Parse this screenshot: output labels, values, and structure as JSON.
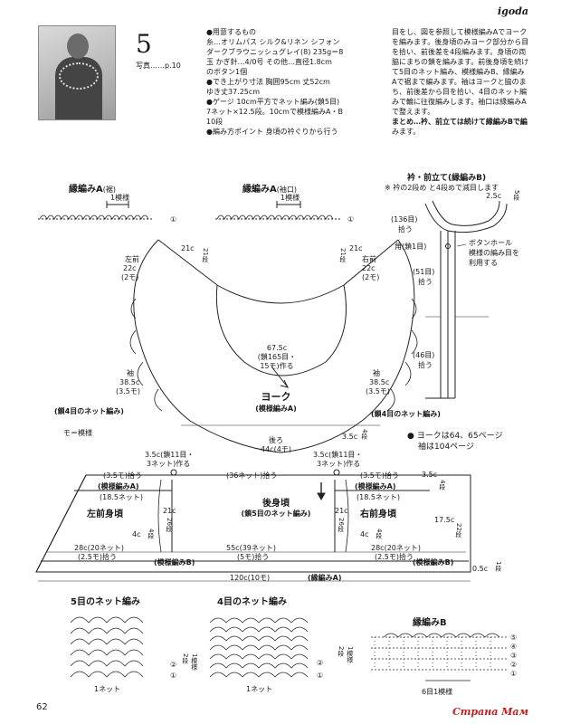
{
  "header": {
    "brand": "igoda",
    "pattern_number": "5",
    "photo_ref": "写真……p.10",
    "page_number": "62",
    "watermark": "Страна Мам"
  },
  "materials": {
    "lines": [
      "●用意するもの",
      "糸…オリムパス シルク&リネン シフォン",
      "ダークブラウニッシュグレイ(8) 235g＝8",
      "玉 かぎ針…4/0号 その他…直径1.8cm",
      "のボタン1個",
      "●でき上がり寸法 胸囲95cm 丈52cm",
      "ゆき丈37.25cm",
      "●ゲージ 10cm平方でネット編み(鎖5目)",
      "7ネット×12.5段。10cmで模様編みA・B",
      "10段",
      "●編み方ポイント 身頃の衿ぐりから行う"
    ]
  },
  "instructions": {
    "lines": [
      "目をし、図を参照して模様編みAでヨーク",
      "を編みます。後身頃のみヨーク部分から目",
      "を拾い、前後差を4段編みます。身頃の両",
      "脇にまちの鎖を編みます。前後身頃を続け",
      "て5目のネット編み、模様編みB、縁編み",
      "Aで裾まで編みます。袖はヨークと脇のま",
      "ち、前後差から目を拾い、4目のネット編",
      "みで輪に往復編みします。袖口は縁編みA",
      "で整えます。",
      "まとめ…衿、前立ては続けて縁編みBで編",
      "みます。"
    ]
  },
  "labels": {
    "edge_a_hem": "縁編みA",
    "edge_a_hem_sub": "(裾)",
    "edge_a_hem_rep": "1模様",
    "edge_a_cuff": "縁編みA",
    "edge_a_cuff_sub": "(袖口)",
    "edge_a_cuff_rep": "1模様",
    "collar_title": "衿・前立て(縁編みB)",
    "collar_note": "※ 衿の2段め と4段めで減目します",
    "collar_25c": "2.5c",
    "collar_5dan": "5段",
    "collar_136": "(136目)",
    "collar_136_pick": "拾う",
    "collar_corner": "角(鎖1目)",
    "buttonhole_1": "ボタンホール",
    "buttonhole_2": "模様の編み目を",
    "buttonhole_3": "利用する",
    "collar_51": "(51目)",
    "collar_51_pick": "拾う",
    "collar_46": "(46目)",
    "collar_46_pick": "拾う",
    "yoke_21c_l": "21c",
    "yoke_21dan_l": "21段",
    "left_front": "左前",
    "left_front_22c": "22c",
    "left_front_2mo": "(2モ)",
    "right_front": "右前",
    "right_front_22c": "22c",
    "right_front_2mo": "(2モ)",
    "yoke_21c_r": "21c",
    "yoke_21dan_r": "21段",
    "neck_675": "67.5c",
    "neck_165": "(鎖165目・",
    "neck_15mo": "15モ)作る",
    "sleeve_l": "袖",
    "sleeve_l_385": "38.5c",
    "sleeve_l_3mo": "(3.5モ)",
    "sleeve_r": "袖",
    "sleeve_r_385": "38.5c",
    "sleeve_r_3mo": "(3.5モ)",
    "yoke_title": "ヨーク",
    "yoke_sub": "(模様編みA)",
    "net4_l": "(鎖4目のネット編み)",
    "net4_r": "(鎖4目のネット編み)",
    "mo_note": "モ＝模様",
    "back_label": "後ろ",
    "back_44": "44c(4モ)",
    "back_35c": "3.5c",
    "back_4dan": "4段",
    "ref_line1": "● ヨークは64、65ページ",
    "ref_line2": "袖は104ページ",
    "gusset_l_35": "3.5c(鎖11目・",
    "gusset_l_3net": "3ネット)作る",
    "gusset_r_35": "3.5c(鎖11目・",
    "gusset_r_3net": "3ネット)作る",
    "pick_35mo_l": "(3.5モ)拾う",
    "pick_36net": "(36ネット)拾う",
    "pick_35mo_r": "(3.5モ)拾う",
    "right_35c": "3.5c",
    "right_4dan": "4段",
    "pat_a_l": "(模様編みA)",
    "net185_l": "(18.5ネット)",
    "pat_a_r": "(模様編みA)",
    "net185_r": "(18.5ネット)",
    "back_body": "後身頃",
    "back_body_sub": "(鎖5目のネット編み)",
    "left_body": "左前身頃",
    "right_body": "右前身頃",
    "side_21c_l": "21c",
    "side_26dan_l": "26段",
    "side_21c_r": "21c",
    "side_26dan_r": "26段",
    "side_175c": "17.5c",
    "side_22dan": "22段",
    "small_4c_l": "4c",
    "small_4dan_l": "4段",
    "small_4c_r": "4c",
    "small_4dan_r": "4段",
    "w28_l": "28c(20ネット)",
    "w25_l": "(2.5モ)拾う",
    "w55": "55c(39ネット)",
    "w5mo": "(5モ)拾う",
    "w28_r": "28c(20ネット)",
    "w25_r": "(2.5モ)拾う",
    "pat_b": "(模様編みB)",
    "pat_b_r": "(模様編みB)",
    "hem_120": "120c(10モ)",
    "hem_edge": "(縁編みA)",
    "hem_05c": "0.5c",
    "hem_1dan": "1段",
    "net5_title": "5目のネット編み",
    "net5_unit": "1ネット",
    "net5_2dan": "2段",
    "net5_rep": "1模様",
    "net4_title": "4目のネット編み",
    "net4_unit": "1ネット",
    "net4_2dan": "2段",
    "net4_rep": "1模様",
    "edge_b_title": "縁編みB",
    "edge_b_rep": "6目1模様",
    "row1": "①",
    "row2": "②",
    "row3": "③",
    "row4": "④",
    "row5": "⑤"
  }
}
